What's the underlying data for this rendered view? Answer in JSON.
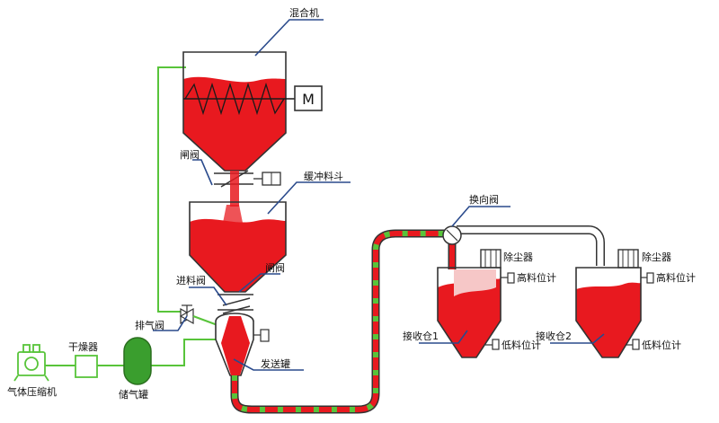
{
  "labels": {
    "mixer": "混合机",
    "gate_valve_top": "闸阀",
    "buffer_hopper": "缓冲料斗",
    "gate_valve_mid": "闸阀",
    "feed_valve": "进料阀",
    "exhaust_valve": "排气阀",
    "sending_tank": "发送罐",
    "diverter_valve": "换向阀",
    "dust_collector_1": "除尘器",
    "dust_collector_2": "除尘器",
    "high_level_1": "高料位计",
    "high_level_2": "高料位计",
    "low_level_1": "低料位计",
    "low_level_2": "低料位计",
    "receiver_1": "接收仓1",
    "receiver_2": "接收仓2",
    "dryer": "干燥器",
    "gas_tank": "储气罐",
    "compressor": "气体压缩机",
    "motor": "M"
  },
  "colors": {
    "material": "#e8191f",
    "gas_line": "#58c43a",
    "leader_line": "#2a4a8c",
    "outline": "#333333"
  }
}
